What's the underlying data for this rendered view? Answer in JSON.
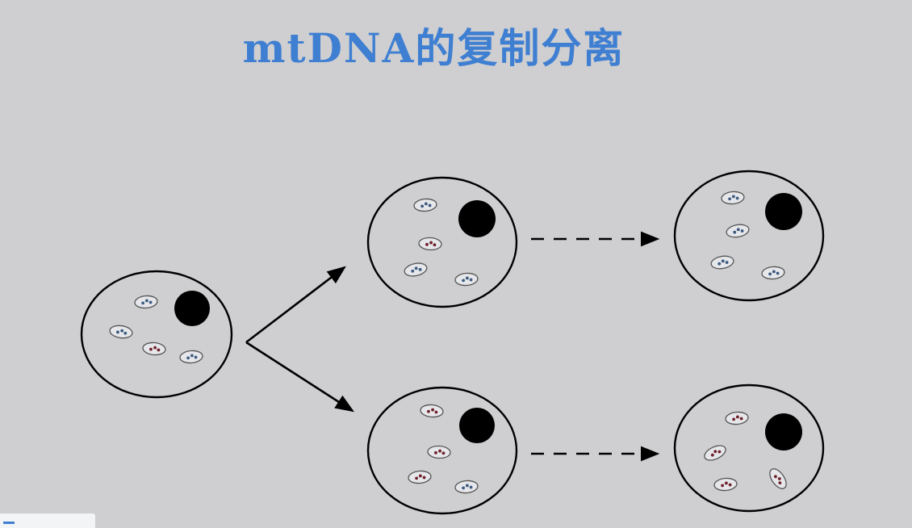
{
  "slide": {
    "title": "mtDNA的复制分离"
  },
  "colors": {
    "background": "#cfcfd1",
    "title": "#3f7fd2",
    "outline": "#000000",
    "mt_wild_type_dot": "#3d5a80",
    "mt_mutant_dot": "#6e1f2a",
    "nucleus": "#000000"
  },
  "cells": [
    {
      "id": "parent",
      "mitochondria": [
        {
          "type": "wild"
        },
        {
          "type": "wild"
        },
        {
          "type": "mutant"
        },
        {
          "type": "wild"
        }
      ]
    },
    {
      "id": "daughter-top",
      "mitochondria": [
        {
          "type": "wild"
        },
        {
          "type": "mutant"
        },
        {
          "type": "wild"
        },
        {
          "type": "wild"
        }
      ]
    },
    {
      "id": "descendant-top",
      "mitochondria": [
        {
          "type": "wild"
        },
        {
          "type": "wild"
        },
        {
          "type": "wild"
        },
        {
          "type": "wild"
        }
      ]
    },
    {
      "id": "daughter-bottom",
      "mitochondria": [
        {
          "type": "mutant"
        },
        {
          "type": "mutant"
        },
        {
          "type": "mutant"
        },
        {
          "type": "wild"
        }
      ]
    },
    {
      "id": "descendant-bottom",
      "mitochondria": [
        {
          "type": "mutant"
        },
        {
          "type": "mutant"
        },
        {
          "type": "mutant"
        },
        {
          "type": "mutant"
        }
      ]
    }
  ],
  "arrows": [
    {
      "from": "parent",
      "to": "daughter-top",
      "style": "solid"
    },
    {
      "from": "parent",
      "to": "daughter-bottom",
      "style": "solid"
    },
    {
      "from": "daughter-top",
      "to": "descendant-top",
      "style": "dashed"
    },
    {
      "from": "daughter-bottom",
      "to": "descendant-bottom",
      "style": "dashed"
    }
  ]
}
